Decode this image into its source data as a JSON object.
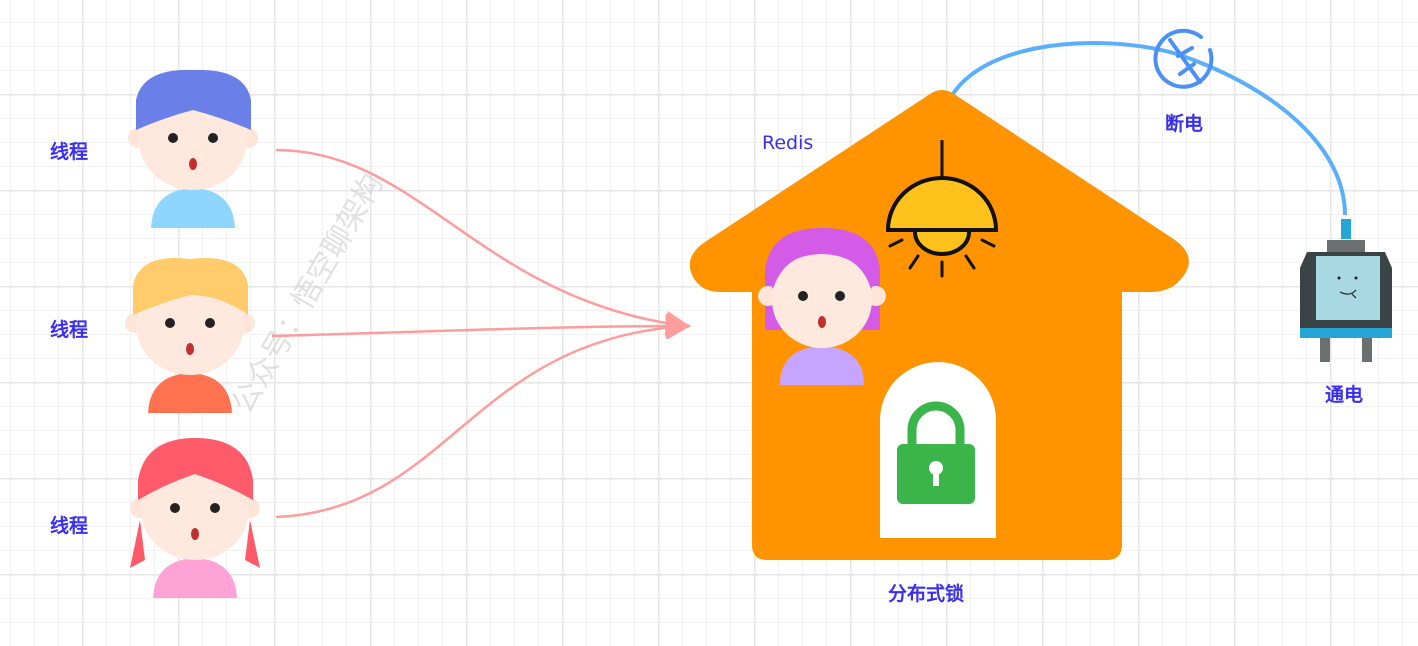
{
  "threads": [
    {
      "label": "线程"
    },
    {
      "label": "线程"
    },
    {
      "label": "线程"
    }
  ],
  "house": {
    "label": "Redis",
    "caption": "分布式锁",
    "color": "#ff9300"
  },
  "power": {
    "off_label": "断电",
    "on_label": "通电",
    "cable_color": "#5aaefc"
  },
  "watermark": "公众号：悟空聊架构",
  "colors": {
    "text": "#3a2ff0",
    "arrow": "#ff9c9c",
    "lock": "#3bb54a"
  }
}
